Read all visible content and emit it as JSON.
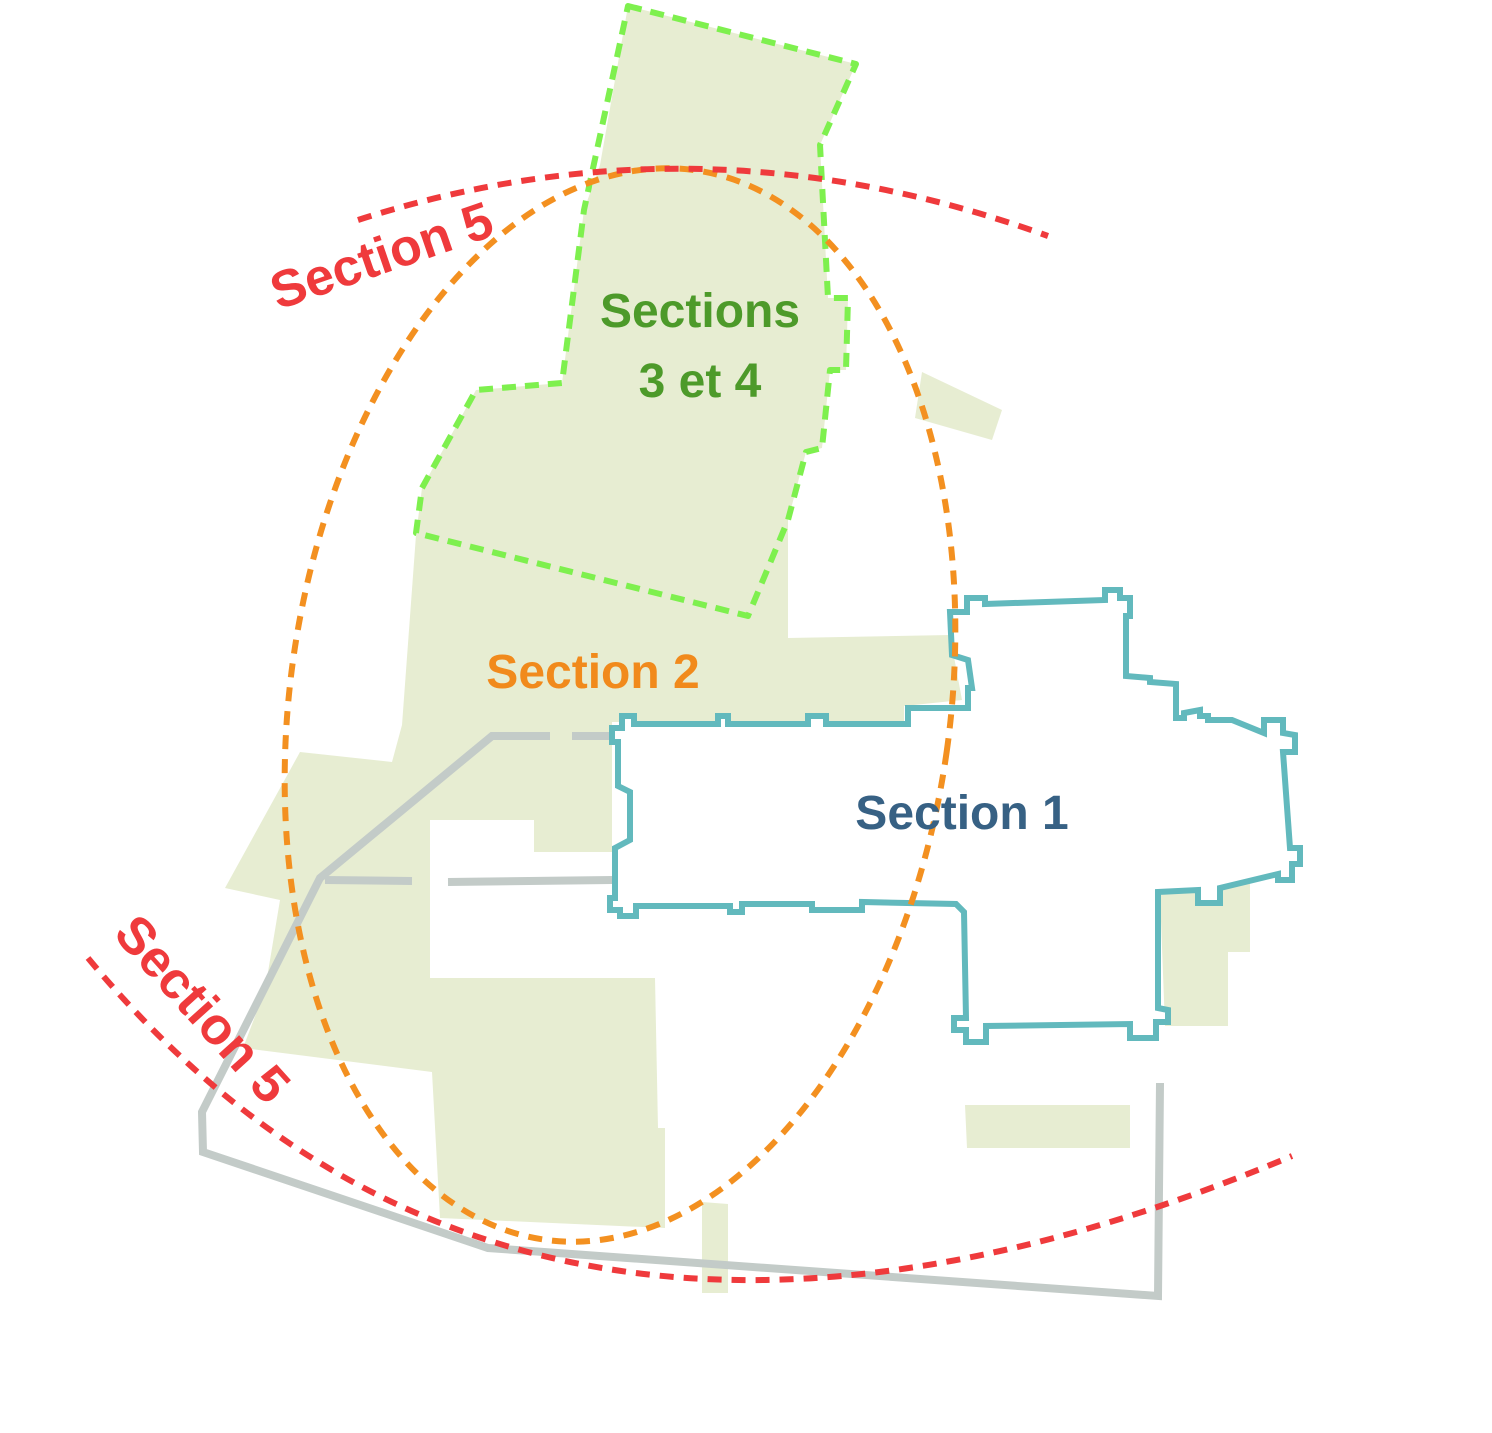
{
  "colors": {
    "section_1": "#376184",
    "section_2": "#f18a1c",
    "sections_3_4": "#4d9a2a",
    "section_5": "#ef3a3c",
    "green_area": "#e7edd2",
    "outline_section_1": "#62b9bd",
    "grey_path": "#c3cbc8"
  },
  "labels": {
    "section_1": "Section 1",
    "section_2": "Section 2",
    "sections_3_4_line1": "Sections",
    "sections_3_4_line2": "3 et 4",
    "section_5_top": "Section 5",
    "section_5_left": "Section 5"
  }
}
